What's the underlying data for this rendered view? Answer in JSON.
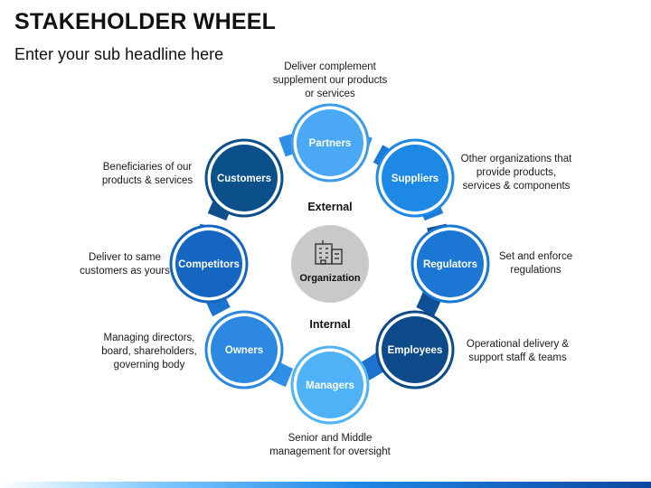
{
  "header": {
    "title": "STAKEHOLDER WHEEL",
    "subtitle": "Enter your sub headline here"
  },
  "center": {
    "label": "Organization",
    "icon": "building-icon",
    "external_label": "External",
    "internal_label": "Internal"
  },
  "nodes": {
    "partners": {
      "label": "Partners",
      "description": "Deliver complement supplement our products or services"
    },
    "suppliers": {
      "label": "Suppliers",
      "description": "Other organizations that provide products, services & components"
    },
    "regulators": {
      "label": "Regulators",
      "description": "Set and enforce regulations"
    },
    "employees": {
      "label": "Employees",
      "description": "Operational delivery & support staff & teams"
    },
    "managers": {
      "label": "Managers",
      "description": "Senior and Middle management for oversight"
    },
    "owners": {
      "label": "Owners",
      "description": "Managing directors, board, shareholders, governing body"
    },
    "competitors": {
      "label": "Competitors",
      "description": "Deliver to same customers as yours"
    },
    "customers": {
      "label": "Customers",
      "description": "Beneficiaries of our products & services"
    }
  },
  "colors": {
    "partners": "#42a5f5",
    "suppliers": "#1e88e5",
    "regulators": "#1976d2",
    "employees": "#0d4a8a",
    "managers": "#4fb3f6",
    "owners": "#2a86e0",
    "competitors": "#1565c0",
    "customers": "#0b4f8a",
    "center": "#c9c9c9"
  }
}
